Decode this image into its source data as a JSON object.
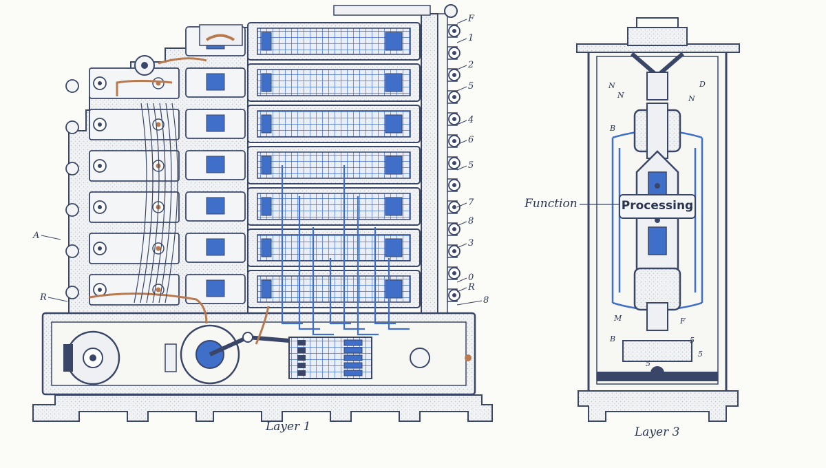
{
  "colors": {
    "ink": "#2b3550",
    "line": "#3a4668",
    "blue": "#3f6fc9",
    "blue_light": "#8fb0e6",
    "copper": "#b9794e",
    "paper": "#fbfbf8",
    "hatch": "#c9cfdb"
  },
  "layer1": {
    "caption": "Layer 1",
    "right_labels": [
      "F",
      "1",
      "2",
      "5",
      "4",
      "6",
      "5",
      "7",
      "8",
      "3",
      "0",
      "R",
      "8"
    ],
    "left_labels": [
      "A",
      "R"
    ]
  },
  "layer3": {
    "caption": "Layer 3",
    "function_label": "Function",
    "processing_label": "Processing",
    "part_labels": [
      "N",
      "N",
      "D",
      "N",
      "B",
      "M",
      "F",
      "B",
      "5",
      "5",
      "5"
    ]
  }
}
